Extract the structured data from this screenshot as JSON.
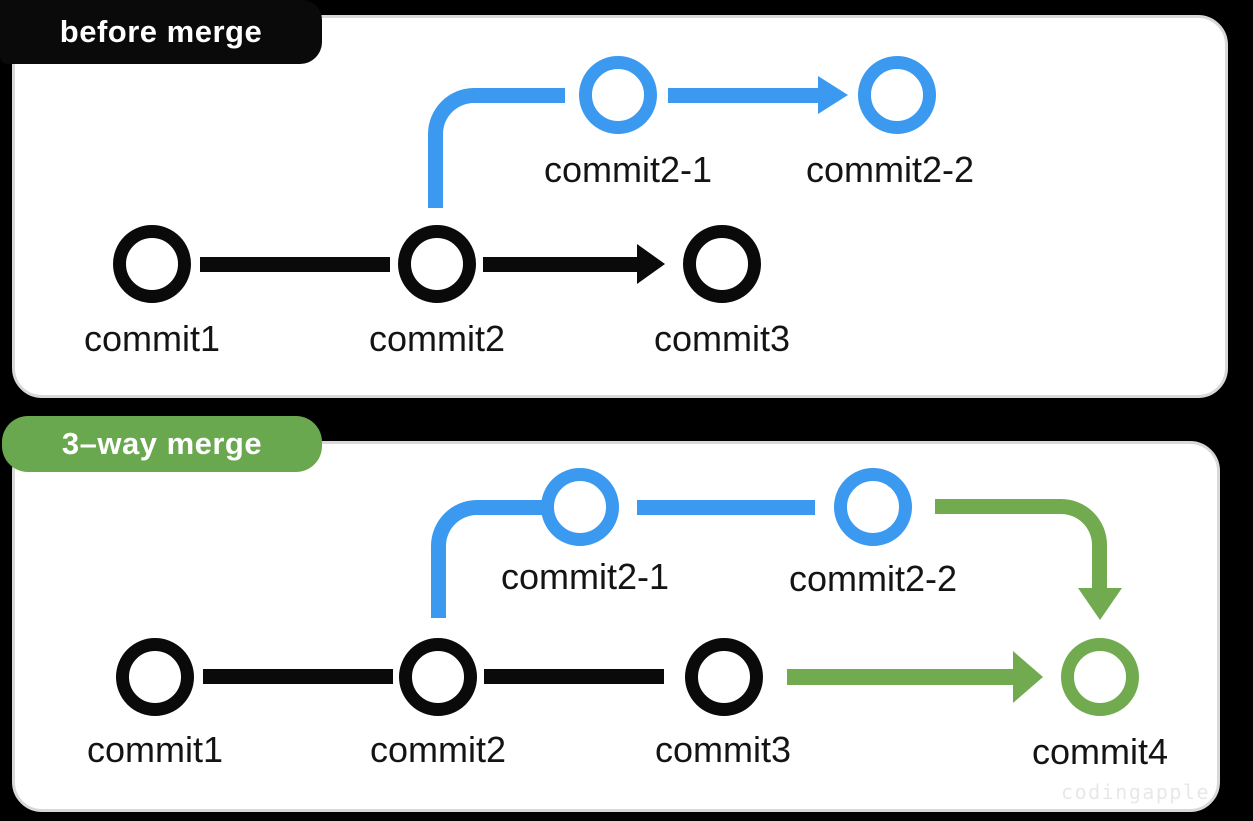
{
  "colors": {
    "background": "#000000",
    "panel_bg": "#ffffff",
    "panel_border": "#d8d8d8",
    "main_branch": "#0a0a0a",
    "feature_branch": "#3b9af0",
    "merge_green": "#72aa50",
    "badge_before_bg": "#0a0a0a",
    "badge_merge_bg": "#6aa84f",
    "badge_text": "#ffffff",
    "label_text": "#141414",
    "watermark_text": "#e8e8e8"
  },
  "panel_before": {
    "badge_label": "before merge",
    "main_commits": [
      "commit1",
      "commit2",
      "commit3"
    ],
    "branch_commits": [
      "commit2-1",
      "commit2-2"
    ],
    "edges": [
      {
        "from": "commit1",
        "to": "commit2",
        "style": "line",
        "color": "#0a0a0a"
      },
      {
        "from": "commit2",
        "to": "commit3",
        "style": "arrow",
        "color": "#0a0a0a"
      },
      {
        "from": "commit2",
        "to": "commit2-1",
        "style": "branch-curve-up",
        "color": "#3b9af0"
      },
      {
        "from": "commit2-1",
        "to": "commit2-2",
        "style": "arrow",
        "color": "#3b9af0"
      }
    ]
  },
  "panel_merge": {
    "badge_label": "3–way merge",
    "main_commits": [
      "commit1",
      "commit2",
      "commit3"
    ],
    "branch_commits": [
      "commit2-1",
      "commit2-2"
    ],
    "merge_commit": "commit4",
    "edges": [
      {
        "from": "commit1",
        "to": "commit2",
        "style": "line",
        "color": "#0a0a0a"
      },
      {
        "from": "commit2",
        "to": "commit3",
        "style": "line",
        "color": "#0a0a0a"
      },
      {
        "from": "commit2",
        "to": "commit2-1",
        "style": "branch-curve-up",
        "color": "#3b9af0"
      },
      {
        "from": "commit2-1",
        "to": "commit2-2",
        "style": "line",
        "color": "#3b9af0"
      },
      {
        "from": "commit2-2",
        "to": "commit4",
        "style": "curve-down-arrow",
        "color": "#72aa50"
      },
      {
        "from": "commit3",
        "to": "commit4",
        "style": "arrow",
        "color": "#72aa50"
      }
    ]
  },
  "watermark": "codingapple"
}
